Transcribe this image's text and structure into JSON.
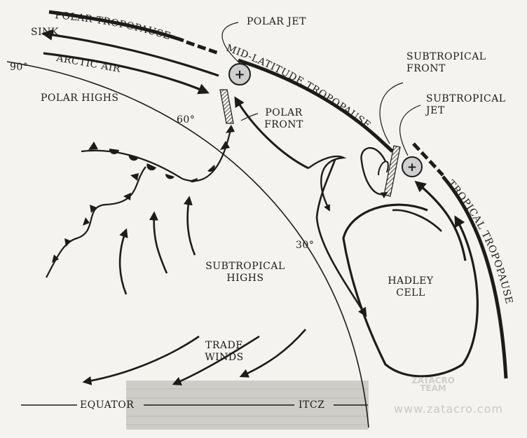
{
  "labels": {
    "polar_tropopause": "POLAR TROPOPAUSE",
    "sink": "SINK",
    "arctic_air": "ARCTIC AIR",
    "ninety_deg": "90°",
    "polar_highs": "POLAR HIGHS",
    "sixty_deg": "60°",
    "polar_jet": "POLAR JET",
    "mid_latitude_tropopause": "MID-LATITUDE TROPOPAUSE",
    "polar_front_1": "POLAR",
    "polar_front_2": "FRONT",
    "subtropical_front_1": "SUBTROPICAL",
    "subtropical_front_2": "FRONT",
    "subtropical_jet_1": "SUBTROPICAL",
    "subtropical_jet_2": "JET",
    "tropical_tropopause": "TROPICAL TROPOPAUSE",
    "thirty_deg": "30°",
    "subtropical_highs_1": "SUBTROPICAL",
    "subtropical_highs_2": "HIGHS",
    "hadley_cell_1": "HADLEY",
    "hadley_cell_2": "CELL",
    "trade_winds_1": "TRADE",
    "trade_winds_2": "WINDS",
    "equator": "EQUATOR",
    "itcz": "ITCZ"
  },
  "watermark": {
    "logo_line1": "ZATACRO",
    "logo_line2": "TEAM",
    "url": "www.zatacro.com"
  },
  "colors": {
    "ink": "#1c1c1c",
    "paper": "#f4f3ef",
    "equatorial_band": "#cfcdc8",
    "jet_fill": "#cfcfcf"
  }
}
